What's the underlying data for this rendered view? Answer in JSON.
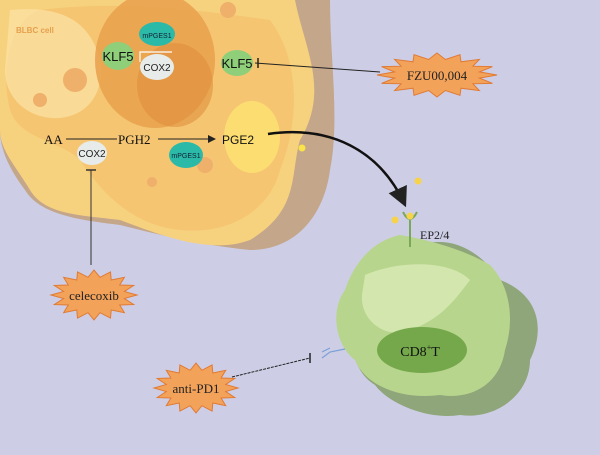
{
  "cell_label": "BLBC cell",
  "nucleus": {
    "mpges1": "mPGES1",
    "klf5": "KLF5",
    "cox2": "COX2"
  },
  "cytoplasm": {
    "klf5": "KLF5",
    "aa": "AA",
    "pgh2": "PGH2",
    "pge2": "PGE2",
    "cox2": "COX2",
    "mpges1": "mPGES1"
  },
  "drugs": {
    "fzu": "FZU00,004",
    "celecoxib": "celecoxib",
    "anti_pd1": "anti-PD1"
  },
  "tcell": {
    "receptor": "EP2/4",
    "label": "CD8",
    "label_sup": "+",
    "label_suffix": "T"
  },
  "colors": {
    "background": "#cdcee6",
    "cell": "#f7d27e",
    "nucleus": "#eaa14e",
    "klf5": "#8fcf7a",
    "mpges1": "#2bb9a8",
    "cox2": "#e7ecea",
    "drug": "#f3a25a",
    "tcell": "#b7d58c"
  }
}
